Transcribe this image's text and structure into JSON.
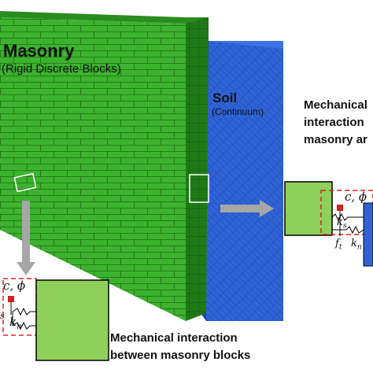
{
  "masonry": {
    "title": "Masonry",
    "subtitle": "(Rigid Discrete Blocks)"
  },
  "soil": {
    "title": "Soil",
    "subtitle": "(Continuum)"
  },
  "interaction_masonry_soil": {
    "line1": "Mechanical",
    "line2": "interaction",
    "line3": "masonry ar"
  },
  "interaction_blocks": {
    "line1": "Mechanical interaction",
    "line2": "between masonry blocks"
  },
  "symbols": {
    "c_phi": "c, ϕ",
    "ks": "k",
    "ks_sub": "s",
    "kn": "k",
    "kn_sub": "n",
    "ft": "f",
    "ft_sub": "t",
    "s_cut": "s"
  },
  "colors": {
    "masonry_front": "#3cb22e",
    "masonry_top": "#2a8c1e",
    "masonry_side": "#1f7a16",
    "soil_front": "#2f63d6",
    "soil_top": "#3d72e2",
    "soil_dark": "#1b45a8",
    "block_fill": "#8fd05a",
    "dashed_box": "#e02020",
    "arrow": "#a6a6a6",
    "red_node": "#d62020"
  }
}
